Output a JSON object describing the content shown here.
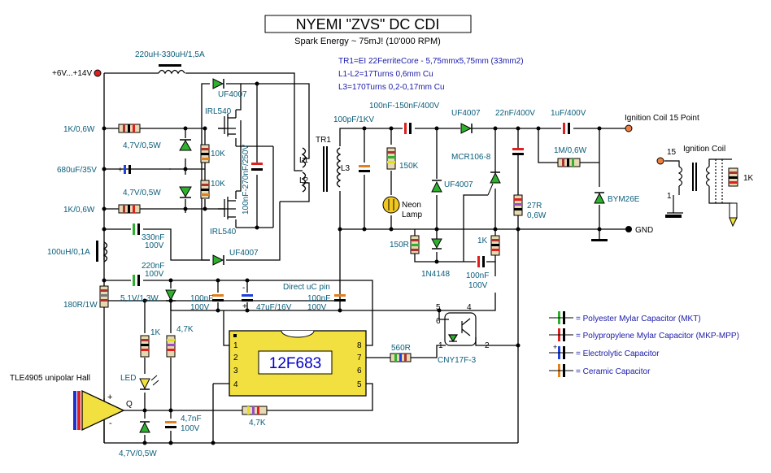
{
  "title": "NYEMI \"ZVS\" DC CDI",
  "subtitle": "Spark Energy ~ 75mJ! (10'000 RPM)",
  "specs": [
    "TR1=EI 22FerriteCore - 5,75mmx5,75mm (33mm2)",
    "L1-L2=17Turns  0,6mm Cu",
    "L3=170Turns  0,2-0,17mm Cu"
  ],
  "labels": {
    "supply": "+6V...+14V",
    "inductor_top": "220uH-330uH/1,5A",
    "r1": "1K/0,6W",
    "r2": "1K/0,6W",
    "z1": "4,7V/0,5W",
    "z2": "4,7V/0,5W",
    "cap_elec": "680uF/35V",
    "d_top": "UF4007",
    "d_bot": "UF4007",
    "irl_top": "IRL540",
    "irl_bot": "IRL540",
    "r10k_a": "10K",
    "r10k_b": "10K",
    "cap_tank": "100nF-270nF/250V",
    "tr1": "TR1",
    "l1": "L1",
    "l2": "L2",
    "l3": "L3",
    "c_100pf": "100pF/1KV",
    "c_out1": "100nF-150nF/400V",
    "d_uf_a": "UF4007",
    "d_uf_b": "UF4007",
    "c_22nf": "22nF/400V",
    "c_1uf": "1uF/400V",
    "ign_out": "Ignition Coil 15 Point",
    "r_150k": "150K",
    "neon": "Neon",
    "lamp": "Lamp",
    "scr": "MCR106-8",
    "r_1m": "1M/0,6W",
    "r_27r": "27R",
    "r_27r_w": "0,6W",
    "d_bym": "BYM26E",
    "gnd": "GND",
    "ign_coil": "Ignition Coil",
    "n15": "15",
    "n1": "1",
    "r_1k_coil": "1K",
    "r_150r": "150R",
    "r_1k": "1K",
    "d_1n4148": "1N4148",
    "c_100nf_a": "100nF",
    "c_100v_a": "100V",
    "c_330nf": "330nF",
    "c_330v": "100V",
    "l_100uh": "100uH/0,1A",
    "c_220nf": "220nF",
    "c_220v": "100V",
    "r_180r": "180R/1W",
    "z_51": "5,1V/1,3W",
    "c_100nf_b": "100nF",
    "c_100v_b": "100V",
    "c_47uf": "47uF/16V",
    "direct": "Direct uC pin",
    "c_100nf_c": "100nF",
    "c_100v_c": "100V",
    "r_1k_led": "1K",
    "r_47k": "4,7K",
    "led": "LED",
    "hall": "TLE4905 unipolar Hall",
    "hall_q": "Q",
    "hall_plus": "+",
    "hall_minus": "-",
    "c_47nf": "4,7nF",
    "c_47nf_v": "100V",
    "r_47k_b": "4,7K",
    "z_bot": "4,7V/0,5W",
    "chip": "12F683",
    "r_560": "560R",
    "opto": "CNY17F-3",
    "opto_5": "5",
    "opto_4": "4",
    "opto_6": "6",
    "opto_1": "1",
    "opto_2": "2",
    "pins_left": [
      "1",
      "2",
      "3",
      "4"
    ],
    "pins_right": [
      "8",
      "7",
      "6",
      "5"
    ]
  },
  "legend": [
    {
      "label": "= Polyester Mylar Capacitor (MKT)",
      "color": "#2fb02f"
    },
    {
      "label": "= Polypropylene  Mylar Capacitor (MKP-MPP)",
      "color": "#e02020"
    },
    {
      "label": "= Electrolytic Capacitor",
      "color": "#2040e0"
    },
    {
      "label": "= Ceramic Capacitor",
      "color": "#e08020"
    }
  ]
}
